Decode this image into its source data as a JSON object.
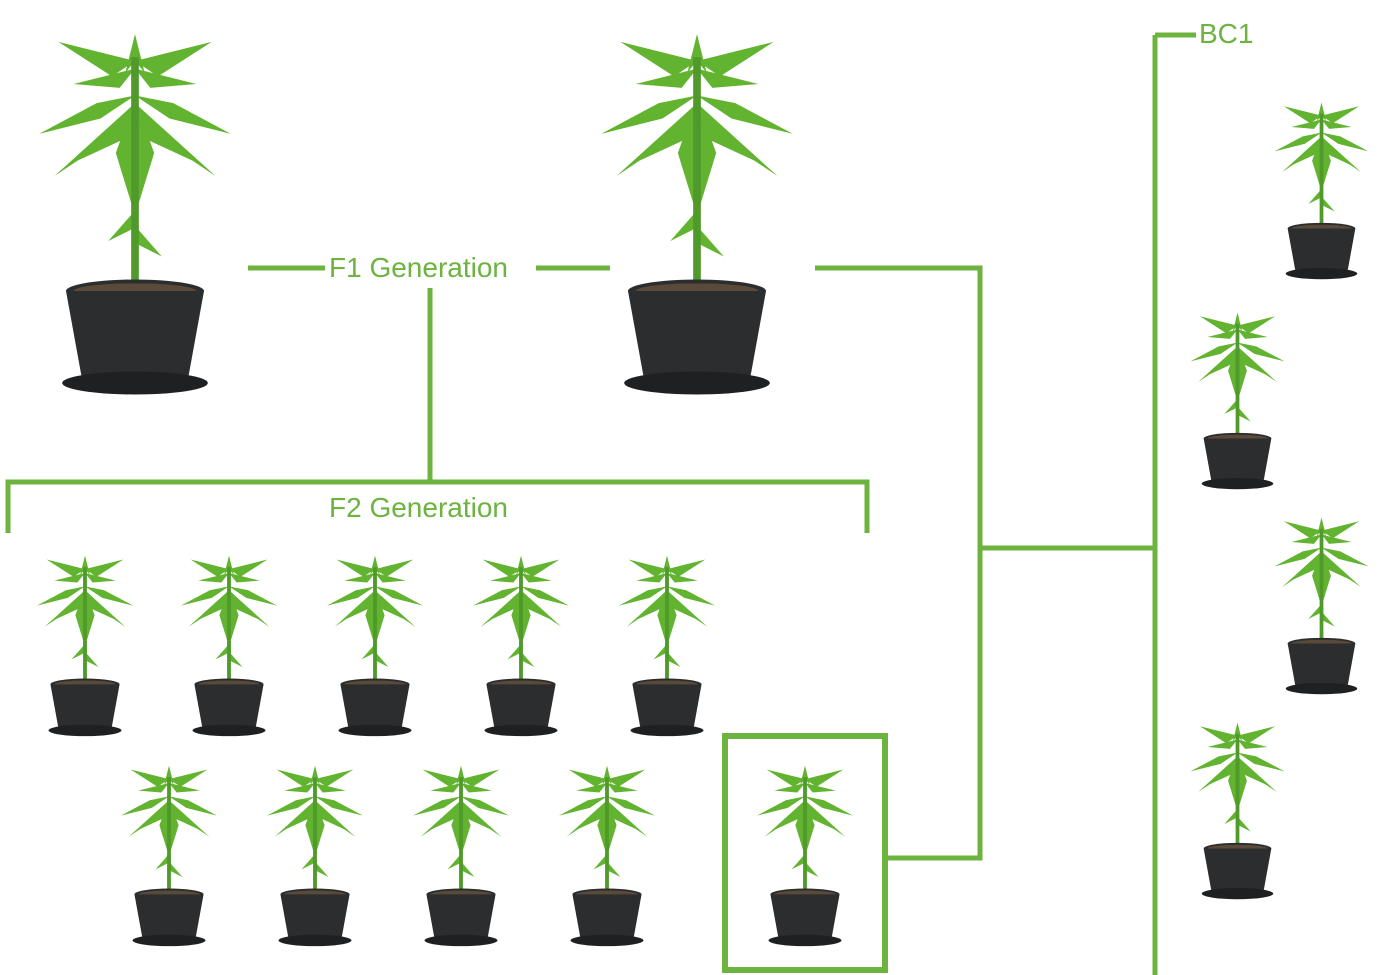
{
  "diagram": {
    "line_color": "#6cb33f",
    "leaf_color": "#62b330",
    "pot_color": "#2c2d2f",
    "labels": {
      "f1": "F1 Generation",
      "f2": "F2 Generation",
      "bc1": "BC1"
    },
    "counts": {
      "parents": 2,
      "f2_plants": 10,
      "bc1_plants": 4
    },
    "selected_icon": "plant-icon"
  }
}
